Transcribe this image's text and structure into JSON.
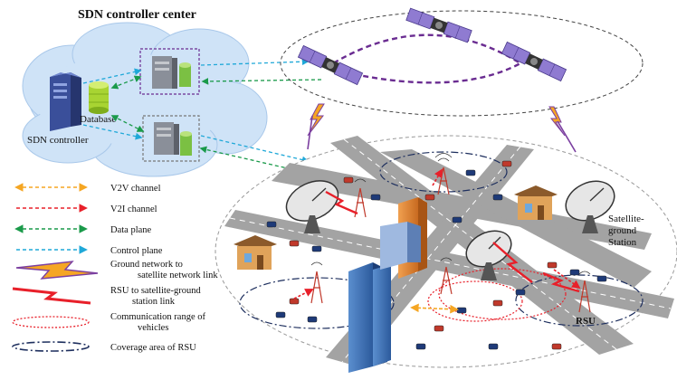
{
  "title": "SDN controller center",
  "labels": {
    "database": "Database",
    "sdn_controller": "SDN controller",
    "satellite_ground_station": [
      "Satellite-",
      "ground",
      "Station"
    ],
    "rsu": "RSU"
  },
  "legend": [
    {
      "id": "v2v",
      "lines": [
        "V2V channel"
      ],
      "color": "#f5a623",
      "style": "dash-arrow"
    },
    {
      "id": "v2i",
      "lines": [
        "V2I channel"
      ],
      "color": "#e8202a",
      "style": "dash-arrow"
    },
    {
      "id": "data",
      "lines": [
        "Data plane"
      ],
      "color": "#1a9a4a",
      "style": "dash-arrow-both"
    },
    {
      "id": "control",
      "lines": [
        "Control plane"
      ],
      "color": "#1fa8d8",
      "style": "dash-arrow"
    },
    {
      "id": "ground_sat",
      "lines": [
        "Ground network to",
        "satellite network link"
      ],
      "color": "#7b3fa0",
      "style": "zigzag"
    },
    {
      "id": "rsu_sat",
      "lines": [
        "RSU to satellite-ground",
        "station link"
      ],
      "color": "#e8202a",
      "style": "zigzag-red"
    },
    {
      "id": "comm_range",
      "lines": [
        "Communication range of",
        "vehicles"
      ],
      "color": "#e8202a",
      "style": "dotted-ellipse"
    },
    {
      "id": "coverage",
      "lines": [
        "Coverage area of RSU"
      ],
      "color": "#1e2f5e",
      "style": "dashdot-ellipse"
    }
  ],
  "colors": {
    "cloud": "#cfe3f7",
    "satellite_orbit": "#6a2c91",
    "road": "#9a9a9a",
    "ground_disc_border": "#999999"
  }
}
